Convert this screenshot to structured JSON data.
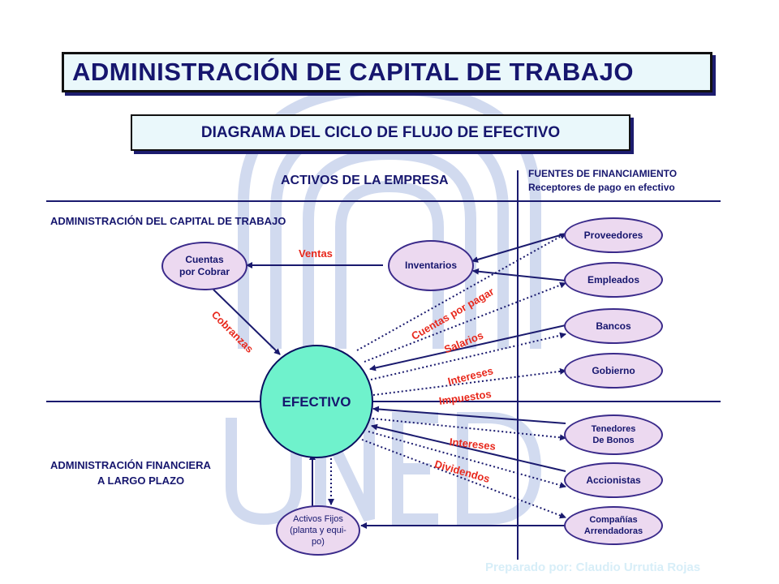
{
  "title": "ADMINISTRACIÓN DE CAPITAL DE TRABAJO",
  "subtitle": "DIAGRAMA DEL CICLO DE FLUJO DE EFECTIVO",
  "headers": {
    "activos": "ACTIVOS DE LA EMPRESA",
    "fuentes_1": "FUENTES DE FINANCIAMIENTO",
    "fuentes_2": "Receptores de pago en efectivo",
    "capital_trabajo": "ADMINISTRACIÓN  DEL CAPITAL DE TRABAJO",
    "financiera_1": "ADMINISTRACIÓN  FINANCIERA",
    "financiera_2": "A LARGO PLAZO"
  },
  "nodes": {
    "cuentas_cobrar_1": "Cuentas",
    "cuentas_cobrar_2": "por Cobrar",
    "inventarios": "Inventarios",
    "efectivo": "EFECTIVO",
    "activos_fijos_1": "Activos Fijos",
    "activos_fijos_2": "(planta y equi-",
    "activos_fijos_3": "po)",
    "proveedores": "Proveedores",
    "empleados": "Empleados",
    "bancos": "Bancos",
    "gobierno": "Gobierno",
    "tenedores_1": "Tenedores",
    "tenedores_2": "De Bonos",
    "accionistas": "Accionistas",
    "companias_1": "Compañías",
    "companias_2": "Arrendadoras"
  },
  "flows": {
    "ventas": "Ventas",
    "cobranzas": "Cobranzas",
    "cuentas_por_pagar": "Cuentas por pagar",
    "salarios": "Salarios",
    "intereses_bancos": "Intereses",
    "impuestos": "Impuestos",
    "intereses_bonos": "Intereses",
    "dividendos": "Dividendos"
  },
  "watermark": "Preparado por:  Claudio Urrutia Rojas",
  "colors": {
    "title_text": "#16166e",
    "flow_label": "#e8281c",
    "efectivo_fill": "#6ff2cc",
    "node_fill": "#ecd9f0",
    "line": "#1a1a6e"
  }
}
